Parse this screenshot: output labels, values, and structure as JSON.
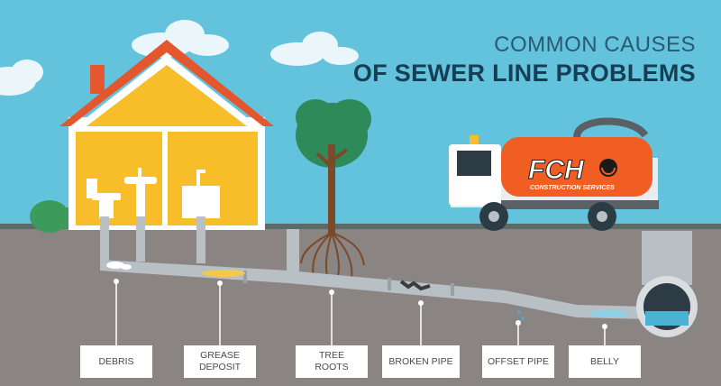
{
  "title": {
    "line1": "COMMON CAUSES",
    "line2": "OF SEWER LINE PROBLEMS"
  },
  "logo": {
    "text": "FCH",
    "subtitle": "CONSTRUCTION SERVICES"
  },
  "labels": [
    "DEBRIS",
    "GREASE\nDEPOSIT",
    "TREE\nROOTS",
    "BROKEN PIPE",
    "OFFSET PIPE",
    "BELLY"
  ],
  "colors": {
    "sky": "#64c3dc",
    "ground": "#8a8483",
    "house_wall": "#f7be2a",
    "roof": "#e4562d",
    "pipe": "#b9c0c5",
    "tanker": "#f05e23",
    "label_bg": "#ffffff",
    "title_light": "#2a5a72",
    "title_dark": "#163e55"
  }
}
